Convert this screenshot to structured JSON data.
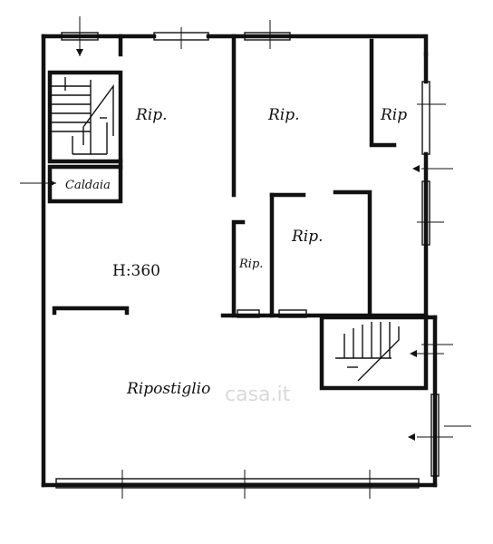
{
  "rooms": {
    "rip_1": "Rip.",
    "rip_2": "Rip.",
    "rip_3": "Rip",
    "rip_4": "Rip.",
    "rip_5": "Rip.",
    "caldaia": "Caldaia",
    "height": "H:360",
    "ripostiglio": "Ripostiglio"
  },
  "watermark": "casa.it"
}
